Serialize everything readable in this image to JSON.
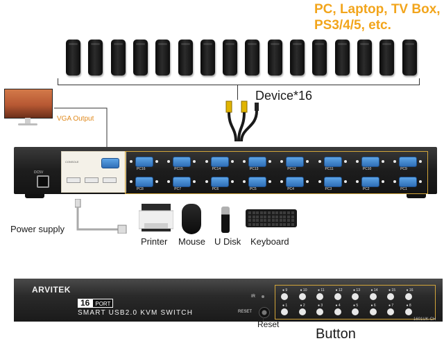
{
  "caption": {
    "line1": "PC, Laptop, TV Box,",
    "line2": "PS3/4/5, etc.",
    "color": "#f2a51c"
  },
  "devices": {
    "count": 16,
    "label": "Device*16"
  },
  "monitor": {
    "label": "VGA Output",
    "label_color": "#e08a1e"
  },
  "kvm_back": {
    "dc_label": "DC5V",
    "console_label": "CONSOLE",
    "top_ports": [
      "PC16",
      "PC15",
      "PC14",
      "PC13",
      "PC12",
      "PC11",
      "PC10",
      "PC9"
    ],
    "bottom_ports": [
      "PC8",
      "PC7",
      "PC6",
      "PC5",
      "PC4",
      "PC3",
      "PC2",
      "PC1"
    ]
  },
  "labels": {
    "power_supply": "Power supply",
    "printer": "Printer",
    "mouse": "Mouse",
    "udisk": "U Disk",
    "keyboard": "Keyboard",
    "reset": "Reset",
    "button": "Button"
  },
  "kvm_front": {
    "brand": "ARVITEK",
    "port_number": "16",
    "port_word": "PORT",
    "product_name": "SMART USB2.0 KVM SWITCH",
    "ir_label": "IR",
    "reset_label": "RESET",
    "model": "1601UK-CH",
    "buttons_top": [
      "9",
      "10",
      "11",
      "12",
      "13",
      "14",
      "15",
      "16"
    ],
    "buttons_bottom": [
      "1",
      "2",
      "3",
      "4",
      "5",
      "6",
      "7",
      "8"
    ]
  }
}
